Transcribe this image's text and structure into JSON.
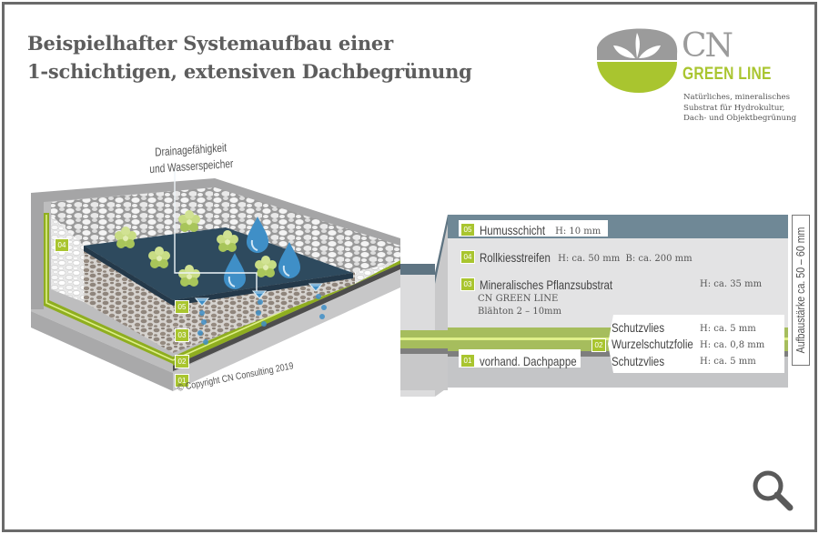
{
  "title": {
    "line1": "Beispielhafter Systemaufbau einer",
    "line2": "1-schichtigen, extensiven Dachbegrünung"
  },
  "logo": {
    "brand_top": "CN",
    "brand_bottom": "GREEN LINE",
    "tagline": [
      "Natürliches, mineralisches",
      "Substrat für Hydrokultur,",
      "Dach- und Objektbegrünung"
    ],
    "icon": "leaf-sprout-icon",
    "colors": {
      "gray": "#9b9b9b",
      "green": "#a9c52f"
    }
  },
  "callout": {
    "line1": "Drainagefähigkeit",
    "line2": "und Wasserspeicher"
  },
  "diagram_badges": {
    "b04": "04",
    "b05": "05",
    "b03": "03",
    "b02": "02",
    "b01": "01"
  },
  "layers": [
    {
      "num": "05",
      "name": "Humusschicht",
      "spec": "H: 10 mm"
    },
    {
      "num": "04",
      "name": "Rollkiesstreifen",
      "spec": "H: ca. 50 mm  B: ca. 200 mm"
    },
    {
      "num": "03",
      "name": "Mineralisches Pflanzsubstrat",
      "spec": "H: ca. 35 mm",
      "sub": [
        "CN GREEN LINE",
        "Blähton 2 – 10mm"
      ]
    },
    {
      "num": "02",
      "items": [
        {
          "name": "Schutzvlies",
          "spec": "H: ca. 5 mm"
        },
        {
          "name": "Wurzelschutzfolie",
          "spec": "H: ca. 0,8 mm"
        },
        {
          "name": "Schutzvlies",
          "spec": "H: ca. 5 mm"
        }
      ]
    },
    {
      "num": "01",
      "name": "vorhand. Dachpappe"
    }
  ],
  "total_height": "Aufbaustärke ca. 50 – 60 mm",
  "copyright": "© Copyright CN Consulting 2019",
  "zoom_button": {
    "icon": "magnifier-icon"
  },
  "colors": {
    "accent_green": "#a9c52f",
    "dark_blue": "#2e4a5e",
    "panel_gray": "#e3e3e4",
    "steel": "#6f8896"
  }
}
